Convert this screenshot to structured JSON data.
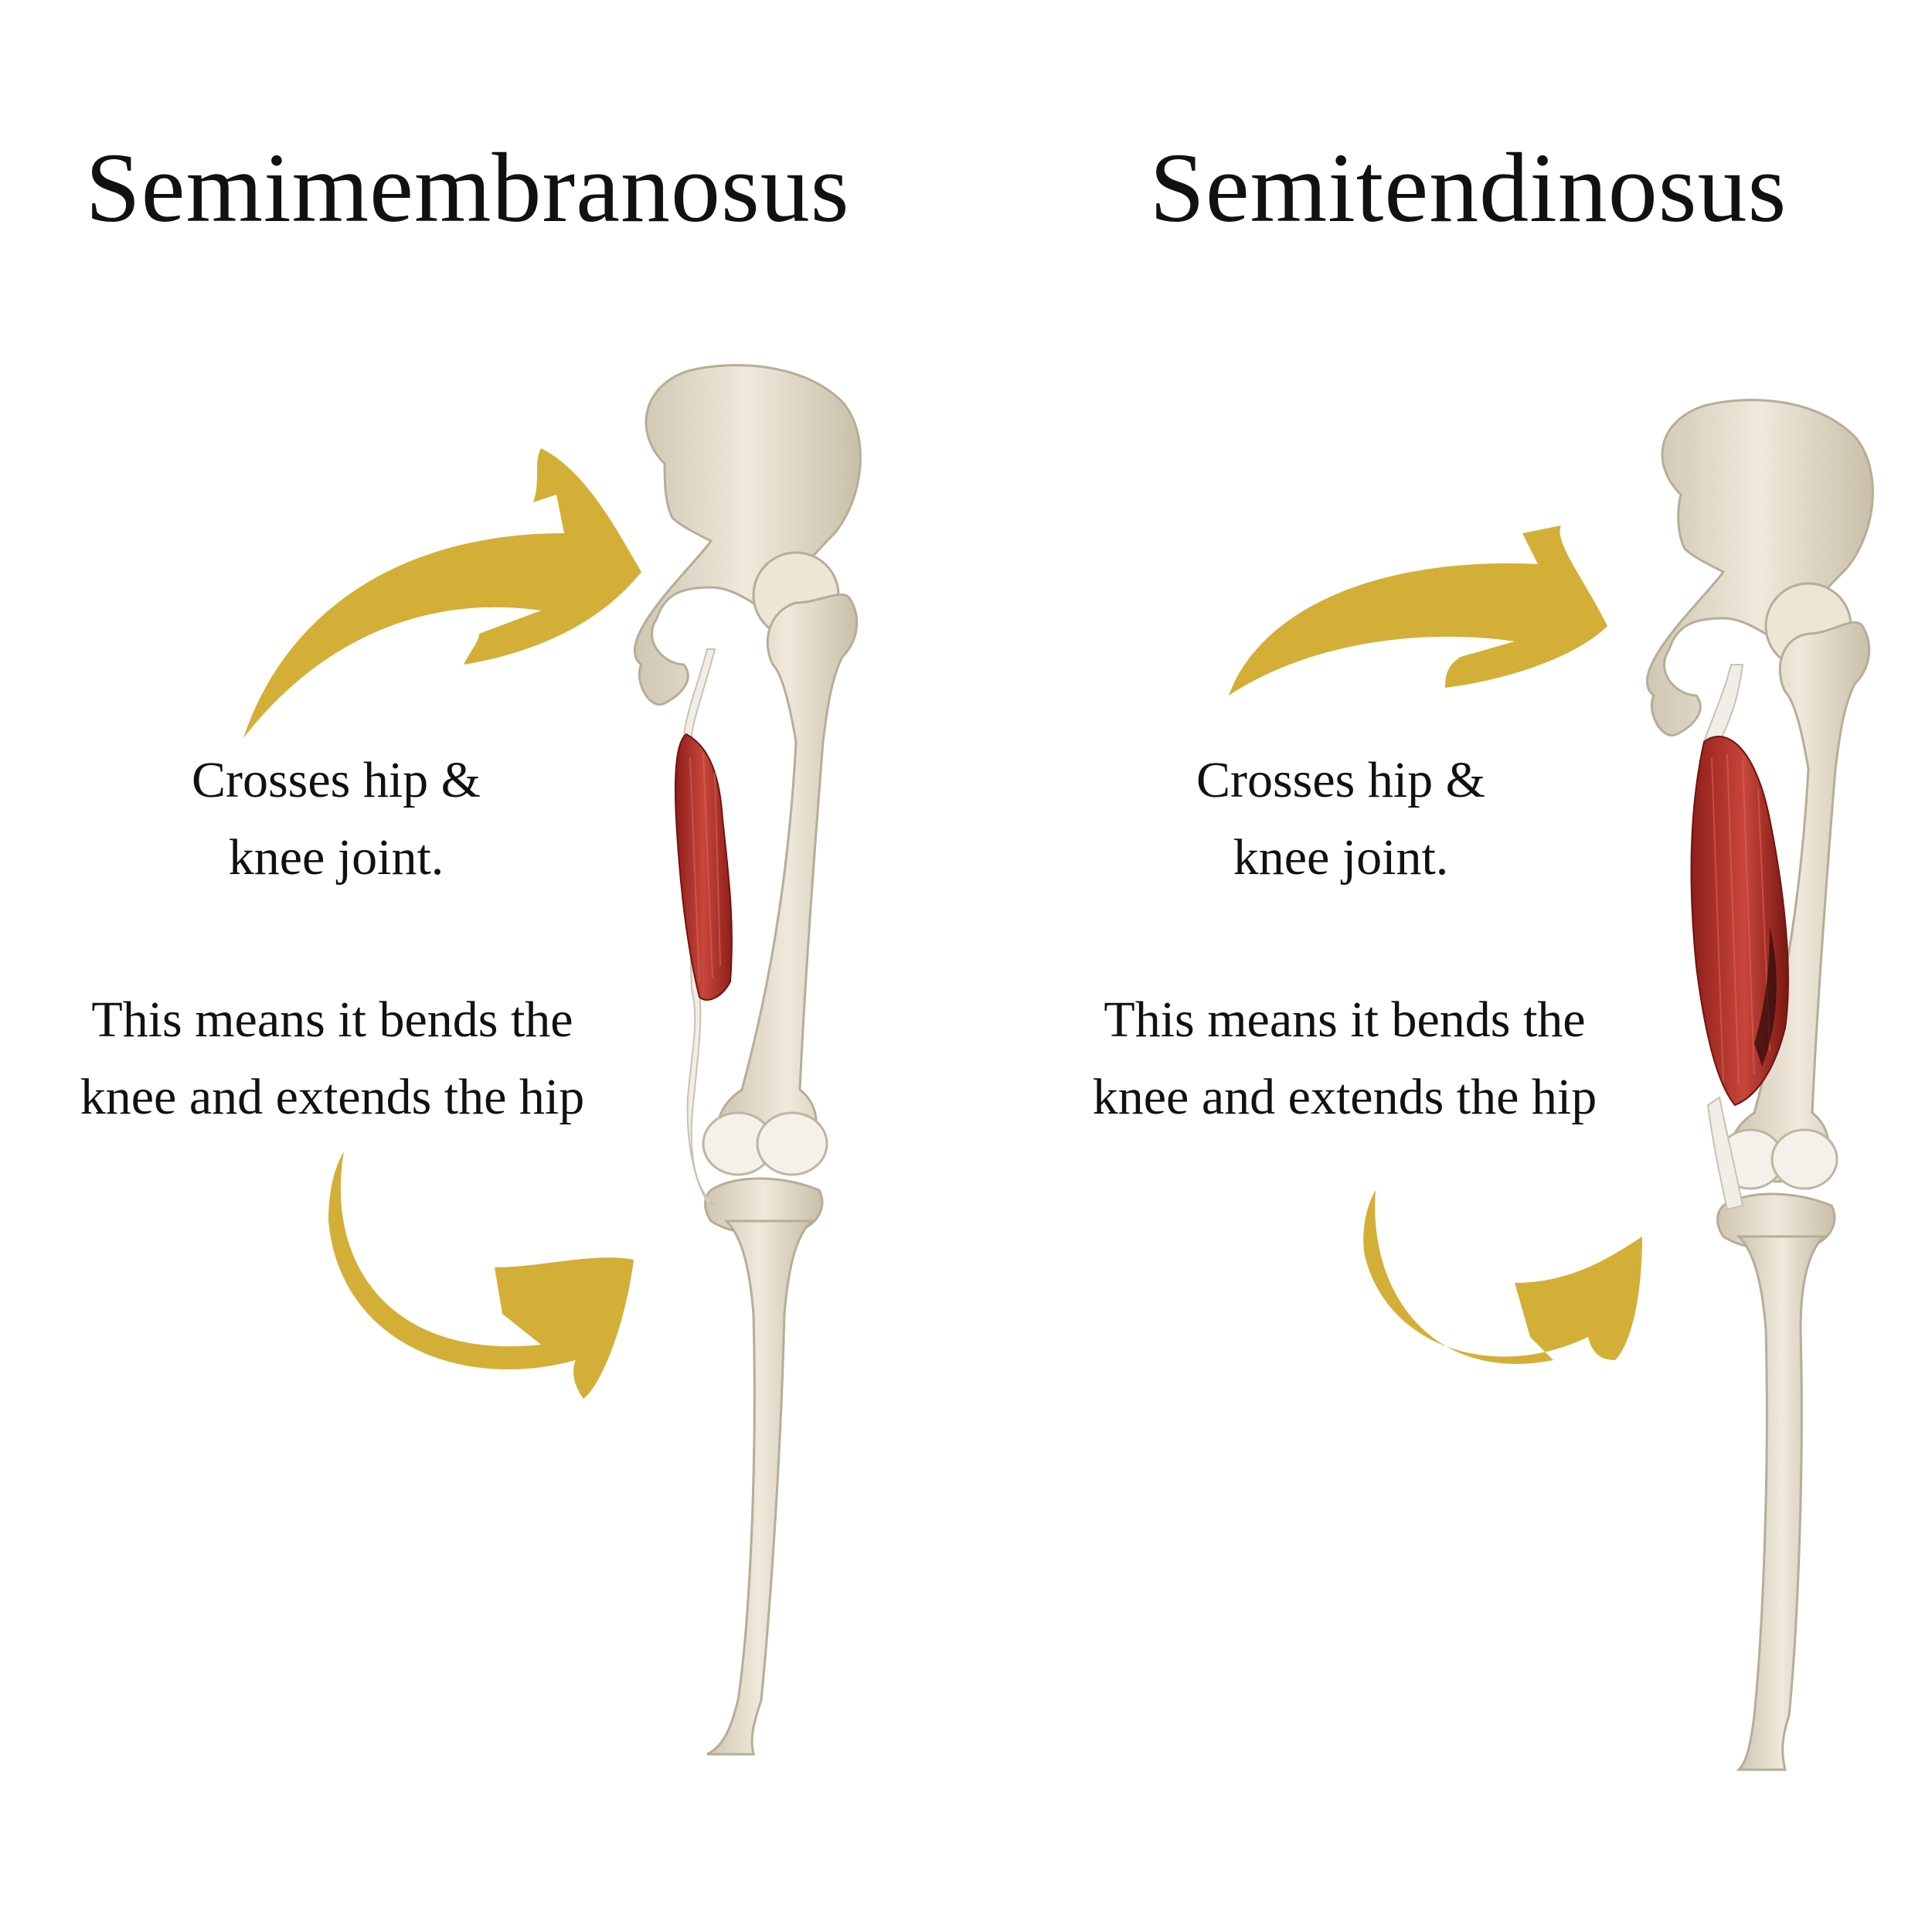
{
  "panels": [
    {
      "title": "Semimembranosus",
      "crosses_line1": "Crosses hip &",
      "crosses_line2": "knee joint.",
      "means_line1": "This means it bends the",
      "means_line2": "knee and extends the hip"
    },
    {
      "title": "Semitendinosus",
      "crosses_line1": "Crosses hip &",
      "crosses_line2": "knee joint.",
      "means_line1": "This means it bends the",
      "means_line2": "knee and extends the hip"
    }
  ],
  "colors": {
    "arrow": "#D4AF37",
    "bone": "#E9E2D2",
    "bone_shade": "#BFB59F",
    "muscle": "#B8322B",
    "muscle_dark": "#7E1A16",
    "tendon": "#F1EEE7"
  },
  "icons": [
    "curved-arrow-icon",
    "leg-skeleton-illustration",
    "hamstring-muscle-illustration"
  ]
}
